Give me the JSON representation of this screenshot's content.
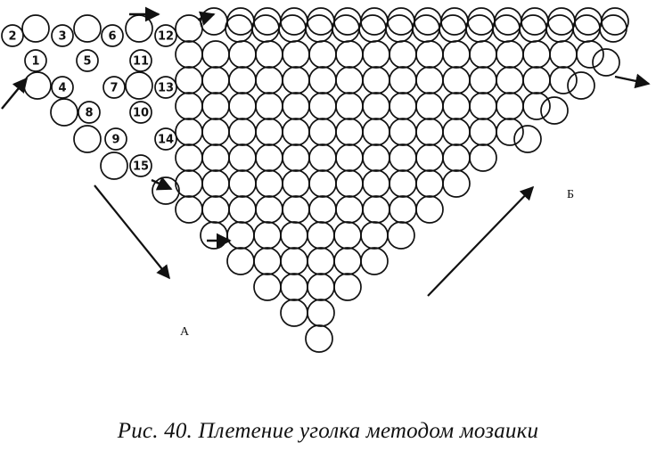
{
  "figure": {
    "caption": "Рис. 40. Плетение уголка методом мозаики",
    "labels": {
      "a": "А",
      "b": "Б"
    },
    "numbered_beads": [
      "1",
      "2",
      "3",
      "4",
      "5",
      "6",
      "7",
      "8",
      "9",
      "10",
      "11",
      "12",
      "13",
      "14",
      "15"
    ]
  }
}
